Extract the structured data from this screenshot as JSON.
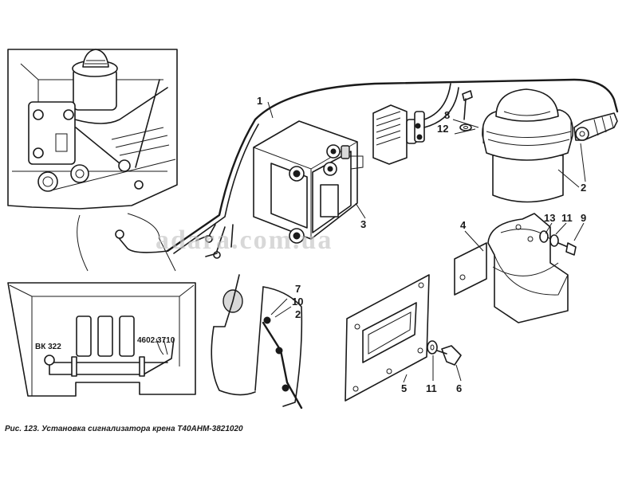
{
  "callouts": {
    "c1": "1",
    "c2a": "2",
    "c2b": "2",
    "c3": "3",
    "c4": "4",
    "c5": "5",
    "c6": "6",
    "c7": "7",
    "c8": "8",
    "c9": "9",
    "c10": "10",
    "c11a": "11",
    "c11b": "11",
    "c12": "12",
    "c13": "13"
  },
  "labels": {
    "switch": "ВК 322",
    "box": "4602.3710"
  },
  "watermark": "adara.com.ua",
  "caption": "Рис. 123. Установка сигнализатора крена Т40АНМ-3821020"
}
